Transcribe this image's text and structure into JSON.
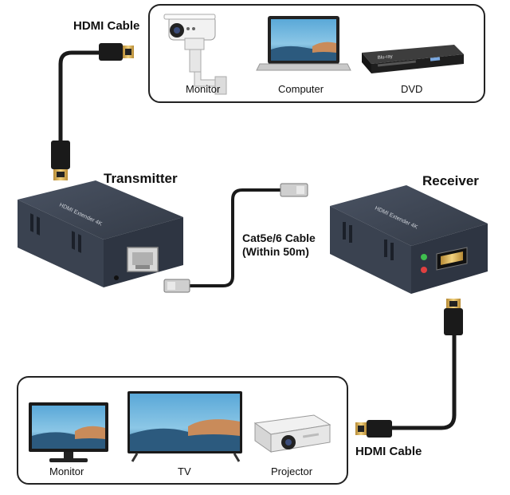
{
  "top_sources": {
    "cable_label": "HDMI Cable",
    "devices": [
      {
        "label": "Monitor",
        "icon": "security-camera-icon"
      },
      {
        "label": "Computer",
        "icon": "laptop-icon"
      },
      {
        "label": "DVD",
        "icon": "dvd-player-icon"
      }
    ]
  },
  "transmitter": {
    "label": "Transmitter",
    "panel_text": "HDMI Extender 4K"
  },
  "receiver": {
    "label": "Receiver",
    "panel_text": "HDMI Extender 4K"
  },
  "network_cable": {
    "line1": "Cat5e/6 Cable",
    "line2": "(Within 50m)"
  },
  "bottom_displays": {
    "cable_label": "HDMI Cable",
    "devices": [
      {
        "label": "Monitor",
        "icon": "monitor-icon"
      },
      {
        "label": "TV",
        "icon": "tv-icon"
      },
      {
        "label": "Projector",
        "icon": "projector-icon"
      }
    ]
  },
  "colors": {
    "device_body": "#3a4250",
    "device_face": "#2e3542",
    "cable": "#1a1a1a",
    "connector_gold": "#d9b25a",
    "box_border": "#222222"
  }
}
